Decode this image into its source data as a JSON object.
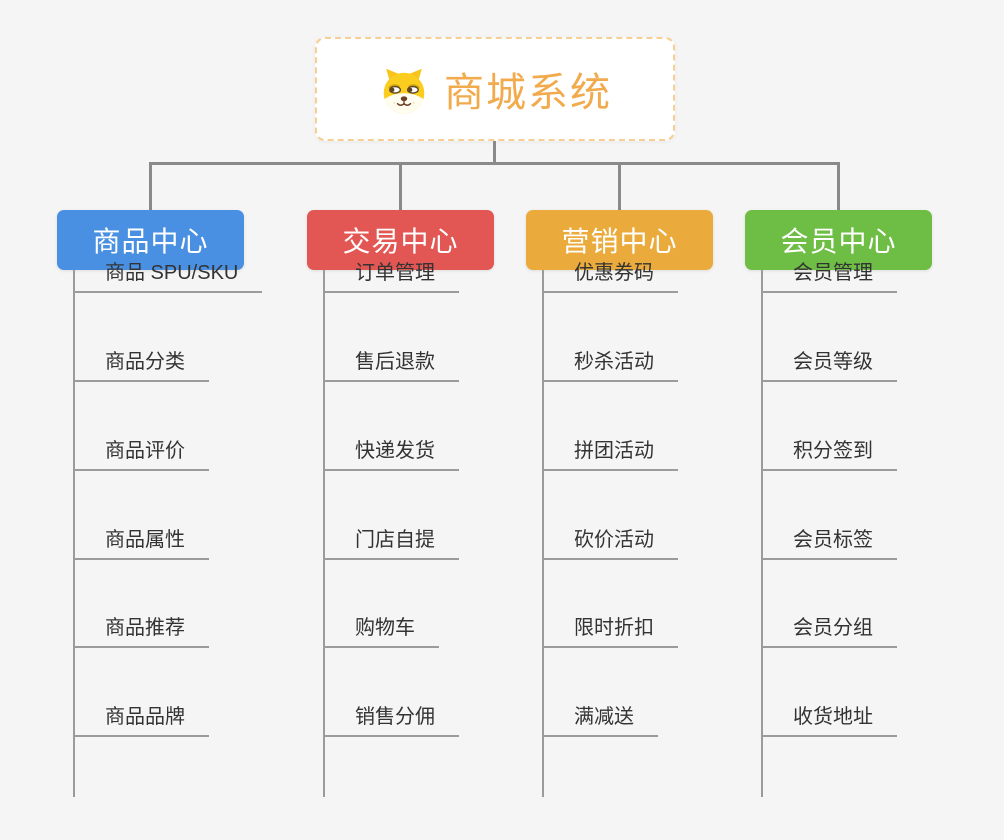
{
  "root": {
    "title": "商城系统",
    "icon": "shiba-dog-face-icon"
  },
  "branches": [
    {
      "label": "商品中心",
      "color": "#4a90e2",
      "children": [
        "商品 SPU/SKU",
        "商品分类",
        "商品评价",
        "商品属性",
        "商品推荐",
        "商品品牌"
      ]
    },
    {
      "label": "交易中心",
      "color": "#e25653",
      "children": [
        "订单管理",
        "售后退款",
        "快递发货",
        "门店自提",
        "购物车",
        "销售分佣"
      ]
    },
    {
      "label": "营销中心",
      "color": "#ebab3c",
      "children": [
        "优惠券码",
        "秒杀活动",
        "拼团活动",
        "砍价活动",
        "限时折扣",
        "满减送"
      ]
    },
    {
      "label": "会员中心",
      "color": "#6ebd44",
      "children": [
        "会员管理",
        "会员等级",
        "积分签到",
        "会员标签",
        "会员分组",
        "收货地址"
      ]
    }
  ],
  "colors": {
    "background": "#f5f5f5",
    "root_border": "#f7ce93",
    "root_title": "#f1ab4d",
    "connector": "#8a8a8a",
    "leaf_line": "#9b9b9b",
    "leaf_text": "#333333"
  }
}
